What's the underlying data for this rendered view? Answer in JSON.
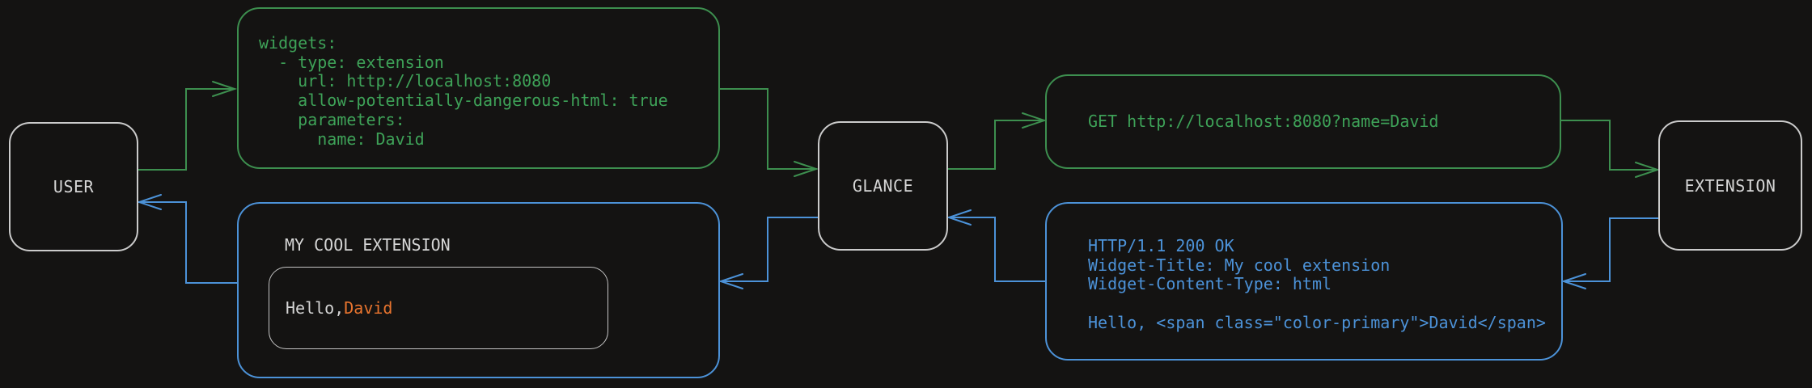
{
  "diagram": {
    "background": "#141312",
    "colors": {
      "request_flow_green": "#3d8f4f",
      "request_text_green": "#3ea258",
      "response_flow_blue": "#4c92d8",
      "node_border": "#cbcbcb",
      "node_text": "#d6d6d6",
      "accent_orange": "#e8742e"
    },
    "nodes": {
      "user": "USER",
      "glance": "GLANCE",
      "extension": "EXTENSION"
    },
    "config_snippet": "widgets:\n  - type: extension\n    url: http://localhost:8080\n    allow-potentially-dangerous-html: true\n    parameters:\n      name: David",
    "request_snippet": "GET http://localhost:8080?name=David",
    "response_snippet": "HTTP/1.1 200 OK\nWidget-Title: My cool extension\nWidget-Content-Type: html\n\nHello, <span class=\"color-primary\">David</span>",
    "widget_preview": {
      "title": "MY COOL EXTENSION",
      "greeting_prefix": "Hello, ",
      "greeting_name": "David"
    }
  }
}
